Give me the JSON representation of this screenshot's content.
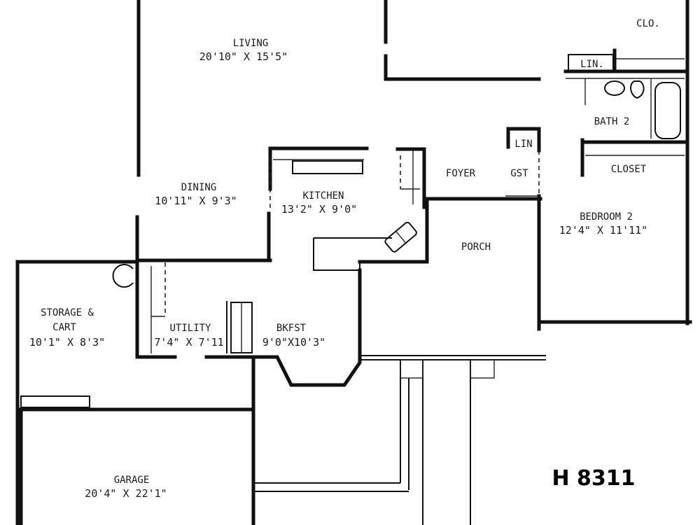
{
  "plan_id": "H 8311",
  "rooms": {
    "living": {
      "name": "LIVING",
      "dims": "20'10\" X 15'5\""
    },
    "dining": {
      "name": "DINING",
      "dims": "10'11\" X 9'3\""
    },
    "kitchen": {
      "name": "KITCHEN",
      "dims": "13'2\" X 9'0\""
    },
    "foyer": {
      "name": "FOYER"
    },
    "gst": {
      "name": "GST"
    },
    "lin_hall": {
      "name": "LIN"
    },
    "lin_bath": {
      "name": "LIN."
    },
    "closet_top": {
      "name": "CLO."
    },
    "bath2": {
      "name": "BATH 2"
    },
    "closet": {
      "name": "CLOSET"
    },
    "bedroom2": {
      "name": "BEDROOM 2",
      "dims": "12'4\" X 11'11\""
    },
    "porch": {
      "name": "PORCH"
    },
    "storage": {
      "name_line1": "STORAGE &",
      "name_line2": "CART",
      "dims": "10'1\" X 8'3\""
    },
    "utility": {
      "name": "UTILITY",
      "dims": "7'4\" X 7'11"
    },
    "bkfst": {
      "name": "BKFST",
      "dims": "9'0\"X10'3\""
    },
    "garage": {
      "name": "GARAGE",
      "dims": "20'4\" X 22'1\""
    }
  },
  "colors": {
    "ink": "#111111",
    "paper": "#ffffff"
  }
}
